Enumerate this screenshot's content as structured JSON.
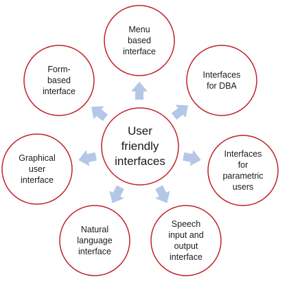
{
  "center": {
    "label": "User\nfriendly\ninterfaces"
  },
  "nodes": [
    {
      "label": "Menu\nbased\ninterface"
    },
    {
      "label": "Interfaces\nfor DBA"
    },
    {
      "label": "Interfaces\nfor\nparametric\nusers"
    },
    {
      "label": "Speech\ninput and\noutput\ninterface"
    },
    {
      "label": "Natural\nlanguage\ninterface"
    },
    {
      "label": "Graphical\nuser\ninterface"
    },
    {
      "label": "Form-\nbased\ninterface"
    }
  ],
  "colors": {
    "circle_stroke": "#c0202a",
    "circle_fill": "#ffffff",
    "arrow_fill": "#b4c7e7",
    "text": "#1a1a1a"
  }
}
